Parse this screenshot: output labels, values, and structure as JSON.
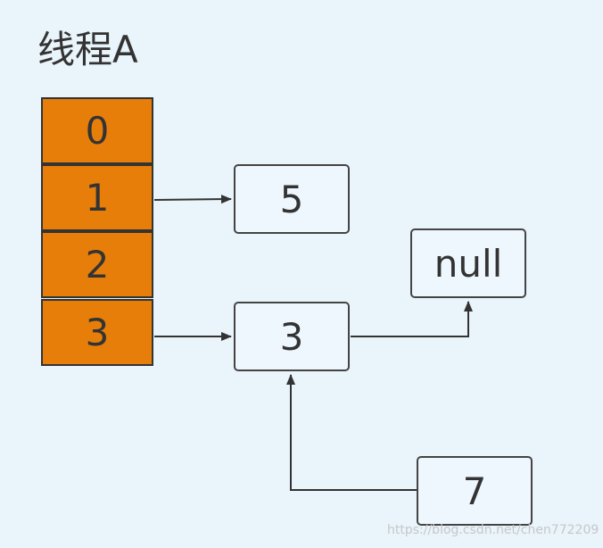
{
  "title": "线程A",
  "array": [
    "0",
    "1",
    "2",
    "3"
  ],
  "nodes": {
    "n5": "5",
    "n3": "3",
    "null": "null",
    "n7": "7"
  },
  "watermark": "https://blog.csdn.net/chen772209"
}
